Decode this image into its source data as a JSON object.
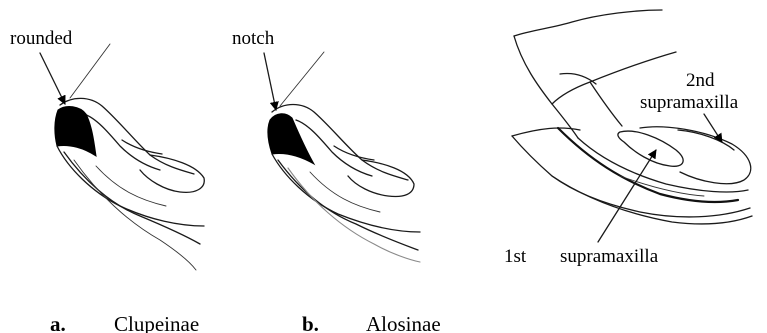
{
  "panel_a": {
    "label": "rounded",
    "caption_letter": "a.",
    "caption_name": "Clupeinae"
  },
  "panel_b": {
    "label": "notch",
    "caption_letter": "b.",
    "caption_name": "Alosinae"
  },
  "panel_c": {
    "label_2nd_line1": "2nd",
    "label_2nd_line2": "supramaxilla",
    "label_1st_prefix": "1st",
    "label_1st_name": "supramaxilla"
  },
  "colors": {
    "ink": "#000000",
    "background": "#ffffff"
  }
}
